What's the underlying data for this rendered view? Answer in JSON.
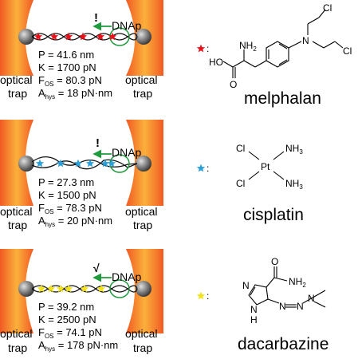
{
  "colors": {
    "trap_outer": "#f15a24",
    "trap_inner": "#fbb03b",
    "dnap_green": "#1f9a3c",
    "warn_red": "#e8101a",
    "star_melphalan": "#e8101a",
    "star_cisplatin": "#2a9fd8",
    "star_dacarbazine": "#f2e21a",
    "bead": "#555555"
  },
  "panels": [
    {
      "id": "melphalan",
      "dnap_label": "DNAp",
      "status_mark": "!",
      "star_color_key": "star_melphalan",
      "params": {
        "P_label": "P = 41.6 nm",
        "K_label": "K = 1700 pN",
        "Fos_sym": "F",
        "Fos_sub": "OS",
        "Fos_val": " = 80.3 pN",
        "Ahys_sym": "A",
        "Ahys_sub": "hys",
        "Ahys_val": " = 18 pN·nm"
      },
      "trap_left": [
        "optical",
        "trap"
      ],
      "trap_right": [
        "optical",
        "trap"
      ],
      "drug_name": "melphalan"
    },
    {
      "id": "cisplatin",
      "dnap_label": "DNAp",
      "status_mark": "!",
      "star_color_key": "star_cisplatin",
      "params": {
        "P_label": "P = 27.3 nm",
        "K_label": "K = 1500 pN",
        "Fos_sym": "F",
        "Fos_sub": "OS",
        "Fos_val": " = 78.3 pN",
        "Ahys_sym": "A",
        "Ahys_sub": "hys",
        "Ahys_val": " = 20 pN·nm"
      },
      "trap_left": [
        "optical",
        "trap"
      ],
      "trap_right": [
        "optical",
        "trap"
      ],
      "drug_name": "cisplatin"
    },
    {
      "id": "dacarbazine",
      "dnap_label": "DNAp",
      "status_mark": "√",
      "star_color_key": "star_dacarbazine",
      "params": {
        "P_label": "P = 39.2 nm",
        "K_label": "K = 2500 pN",
        "Fos_sym": "F",
        "Fos_sub": "OS",
        "Fos_val": " = 74.1 pN",
        "Ahys_sym": "A",
        "Ahys_sub": "hys",
        "Ahys_val": " = 178 pN·nm"
      },
      "trap_left": [
        "optical",
        "trap"
      ],
      "trap_right": [
        "optical",
        "trap"
      ],
      "drug_name": "dacarbazine"
    }
  ],
  "structures": {
    "melphalan": {
      "nh2": "NH",
      "nh2_sub": "2",
      "ho": "HO",
      "o": "O",
      "n": "N",
      "cl1": "Cl",
      "cl2": "Cl"
    },
    "cisplatin": {
      "cl1": "Cl",
      "cl2": "Cl",
      "pt": "Pt",
      "nh3a": "NH",
      "nh3a_sub": "3",
      "nh3b": "NH",
      "nh3b_sub": "3"
    },
    "dacarbazine": {
      "o": "O",
      "nh2": "NH",
      "nh2_sub": "2",
      "n_ring": "N",
      "nh_ring": "N",
      "h_ring": "H",
      "n_a": "N",
      "n_b": "N",
      "n_c": "N"
    }
  },
  "legend_colon": ":"
}
